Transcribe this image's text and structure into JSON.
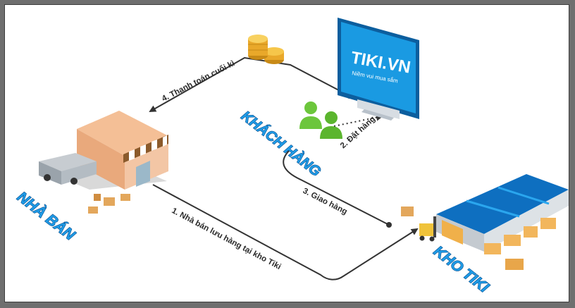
{
  "nodes": {
    "seller": "NHÀ BÁN",
    "customer": "KHÁCH HÀNG",
    "warehouse": "KHO TIKI"
  },
  "steps": {
    "step1": "1. Nhà bán lưu hàng tại kho Tiki",
    "step2": "2. Đặt hàng",
    "step3": "3. Giao hàng",
    "step4": "4. Thanh toán cuối kì"
  },
  "monitor": {
    "brand": "TIKI.VN",
    "slogan": "Niềm vui mua sắm"
  },
  "colors": {
    "page_background": "#6f6f6f",
    "canvas": "#ffffff",
    "label_blue": "#1f9be6",
    "label_outline": "#0a4f8f",
    "arrow": "#333333",
    "customer_green": "#6cc63c",
    "tiki_blue": "#1a9ae2",
    "coin_gold": "#f0b52a"
  },
  "icons": [
    "coins-icon",
    "monitor-icon",
    "customer-icon",
    "shop-icon",
    "van-icon",
    "warehouse-icon",
    "forklift-icon",
    "pallet-icon"
  ]
}
